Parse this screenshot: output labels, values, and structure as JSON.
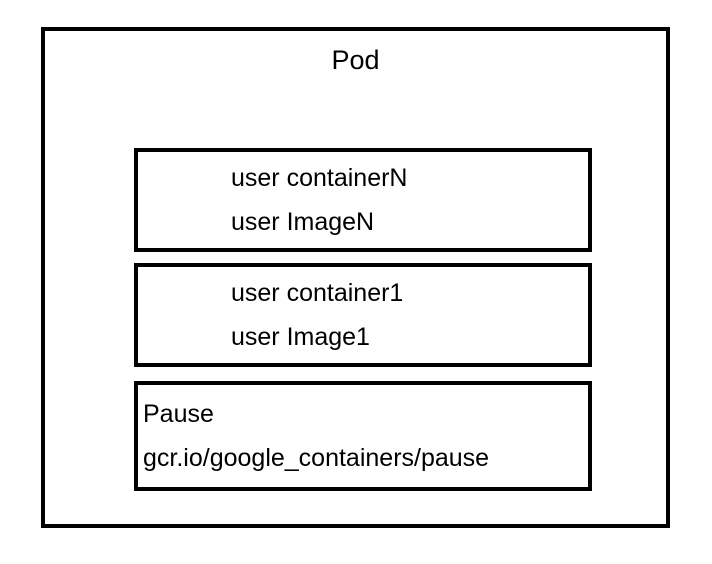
{
  "diagram": {
    "title": "Pod",
    "background_color": "#ffffff",
    "line_color": "#000000",
    "text_color": "#000000",
    "containers": [
      {
        "id": "user-container-n",
        "name_line": "user containerN",
        "image_line": "user ImageN",
        "text_align": "indented"
      },
      {
        "id": "user-container-1",
        "name_line": "user container1",
        "image_line": "user Image1",
        "text_align": "indented"
      },
      {
        "id": "pause-container",
        "name_line": "Pause",
        "image_line": "gcr.io/google_containers/pause",
        "text_align": "left"
      }
    ]
  }
}
